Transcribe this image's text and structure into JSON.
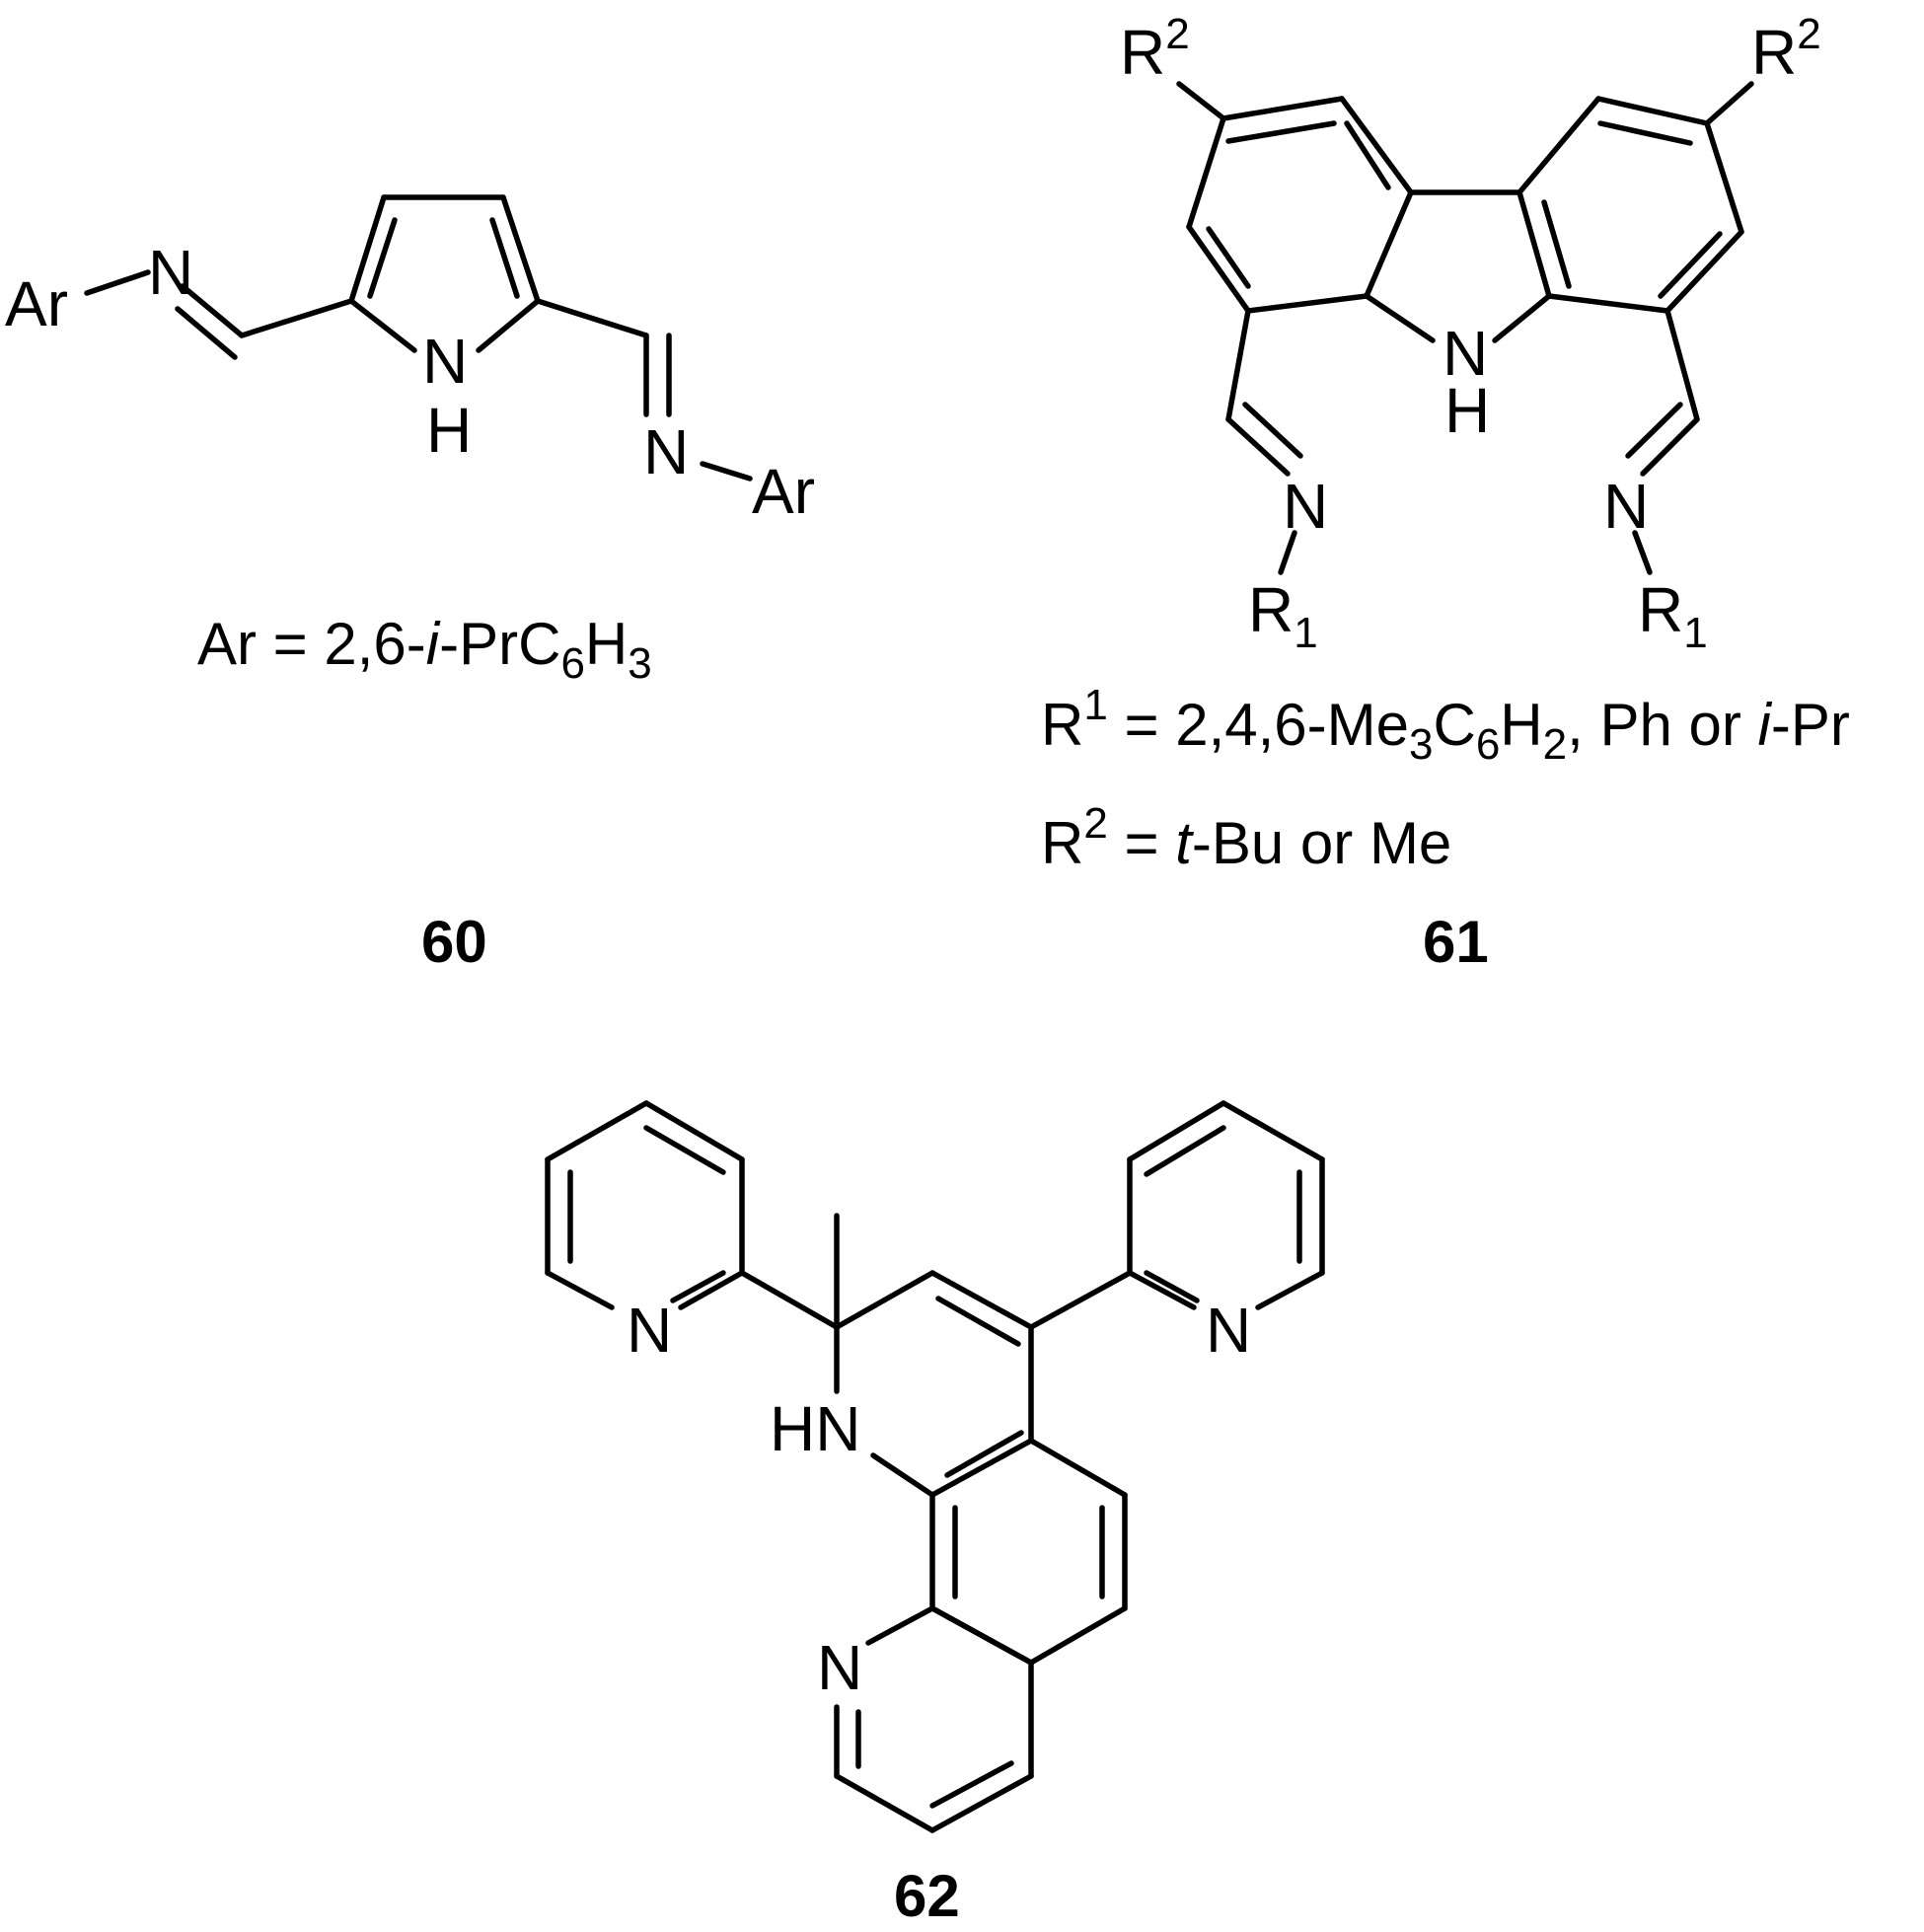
{
  "compounds": [
    {
      "number": "60",
      "labels": {
        "ar_left": "Ar",
        "n_left": "N",
        "nh_n": "N",
        "nh_h": "H",
        "n_right": "N",
        "ar_right": "Ar"
      },
      "caption": {
        "p1": "Ar = 2,6-",
        "p2": "i",
        "p3": "-PrC",
        "s1": "6",
        "p4": "H",
        "s2": "3"
      }
    },
    {
      "number": "61",
      "labels": {
        "r2": "R",
        "r2_sup": "2",
        "nh_n": "N",
        "nh_h": "H",
        "n": "N",
        "r1": "R",
        "r1_sub": "1"
      },
      "caption_line1": {
        "p1": "R",
        "sup": "1",
        "p2": " = 2,4,6-Me",
        "s1": "3",
        "p3": "C",
        "s2": "6",
        "p4": "H",
        "s3": "2",
        "p5": ", Ph or ",
        "p6": "i",
        "p7": "-Pr"
      },
      "caption_line2": {
        "p1": "R",
        "sup": "2",
        "p2": " = ",
        "p3": "t",
        "p4": "-Bu or Me"
      }
    },
    {
      "number": "62",
      "labels": {
        "n": "N",
        "hn": "HN"
      }
    }
  ]
}
